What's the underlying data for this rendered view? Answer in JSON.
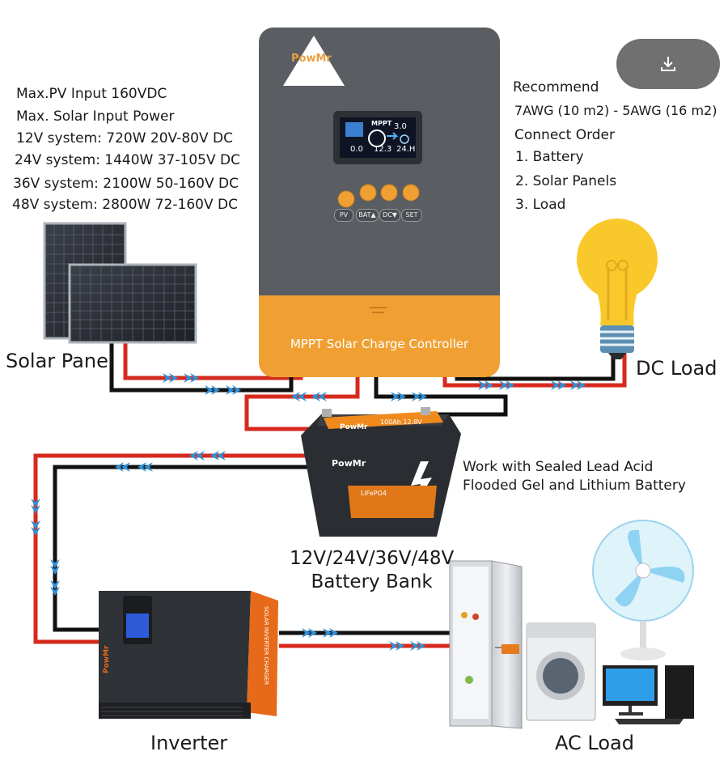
{
  "specs": {
    "lines": [
      "Max.PV Input 160VDC",
      "Max. Solar Input Power",
      "12V system: 720W 20V-80V DC",
      "24V system: 1440W 37-105V DC",
      "36V system: 2100W 50-160V DC",
      "48V system: 2800W 72-160V DC"
    ]
  },
  "recommend": {
    "lines": [
      "Recommend",
      "7AWG (10 m2) - 5AWG (16 m2)",
      "Connect Order",
      "1. Battery",
      "2. Solar Panels",
      "3. Load"
    ]
  },
  "labels": {
    "solar_panel": "Solar Panel",
    "dc_load": "DC Load",
    "battery_voltage": "12V/24V/36V/48V",
    "battery_bank": "Battery Bank",
    "battery_compat_1": "Work with Sealed Lead Acid",
    "battery_compat_2": "Flooded Gel and Lithium Battery",
    "inverter": "Inverter",
    "ac_load": "AC Load"
  },
  "controller": {
    "name": "MPPT Solar Charge Controller",
    "brand": "PowMr",
    "screen_mode": "MPPT",
    "screen_values": [
      "3.0",
      "0.0",
      "12.3",
      "24.H"
    ],
    "keys": [
      "PV",
      "BAT▲",
      "DC▼",
      "SET"
    ]
  },
  "battery": {
    "brand": "PowMr",
    "type": "LiFePO4",
    "spec": "100Ah 12.8V"
  },
  "inverter_device": {
    "brand": "PowMr",
    "side_text": "SOLAR INVERTER CHARGER"
  },
  "download_button": {
    "icon": "download-icon"
  },
  "colors": {
    "controller_body": "#5a5e63",
    "controller_accent": "#f0a033",
    "wire_positive": "#d62a1e",
    "wire_negative": "#111111",
    "flow_arrow": "#2e8fd6",
    "download_button_bg": "#707070"
  }
}
